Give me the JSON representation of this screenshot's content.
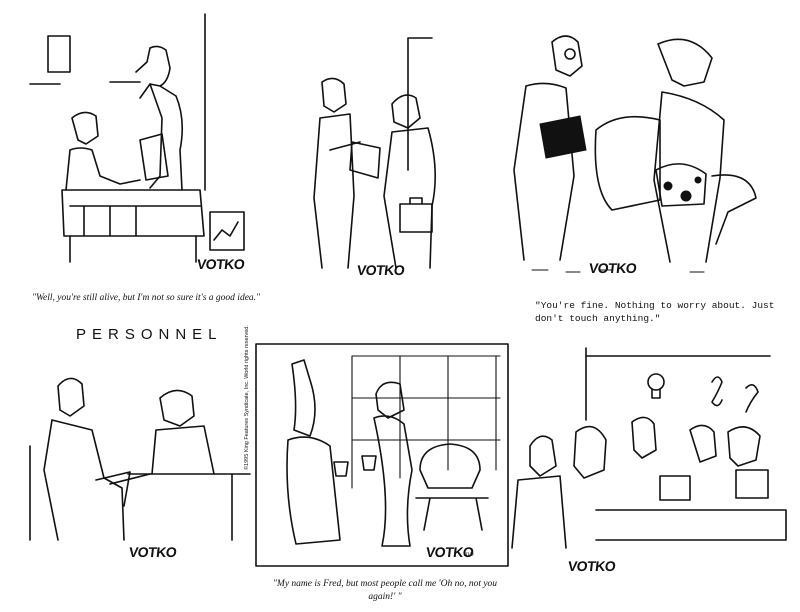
{
  "cartoons": [
    {
      "caption": "\"Well, you're still alive, but I'm not so sure it's a good idea.\"",
      "signature": "VOTKO"
    },
    {
      "caption": "",
      "signature": "VOTKO"
    },
    {
      "caption": "\"You're fine.  Nothing to worry about.  Just don't touch anything.\"",
      "signature": "VOTKO"
    },
    {
      "heading": "PERSONNEL",
      "caption": "",
      "signature": "VOTKO"
    },
    {
      "caption": "\"My name is Fred, but most people call me 'Oh no, not you again!' \"",
      "signature": "VOTKO",
      "date": "10/9",
      "copyright": "©1995 King Features Syndicate, Inc. World rights reserved."
    },
    {
      "caption": "",
      "signature": "VOTKO"
    }
  ],
  "colors": {
    "ink": "#111111",
    "paper": "#ffffff"
  }
}
